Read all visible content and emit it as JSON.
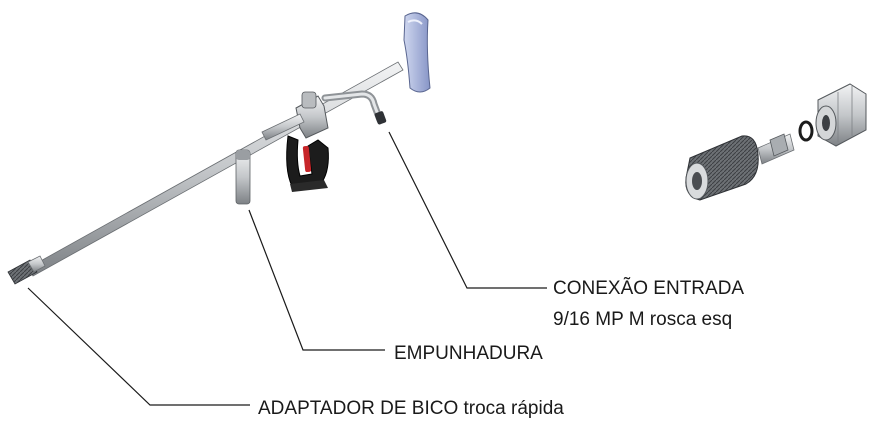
{
  "callouts": {
    "inlet_connection": {
      "title": "CONEXÃO ENTRADA",
      "spec": "9/16 MP M rosca esq"
    },
    "grip": {
      "title": "EMPUNHADURA"
    },
    "nozzle_adapter": {
      "title": "ADAPTADOR DE BICO troca rápida"
    }
  },
  "colors": {
    "leader_line": "#1a1a1a",
    "shoulder_pad": "#a9b6dd",
    "trigger": "#c7262a",
    "handle_frame": "#1c1c1c",
    "metal": "#c9cccf"
  }
}
